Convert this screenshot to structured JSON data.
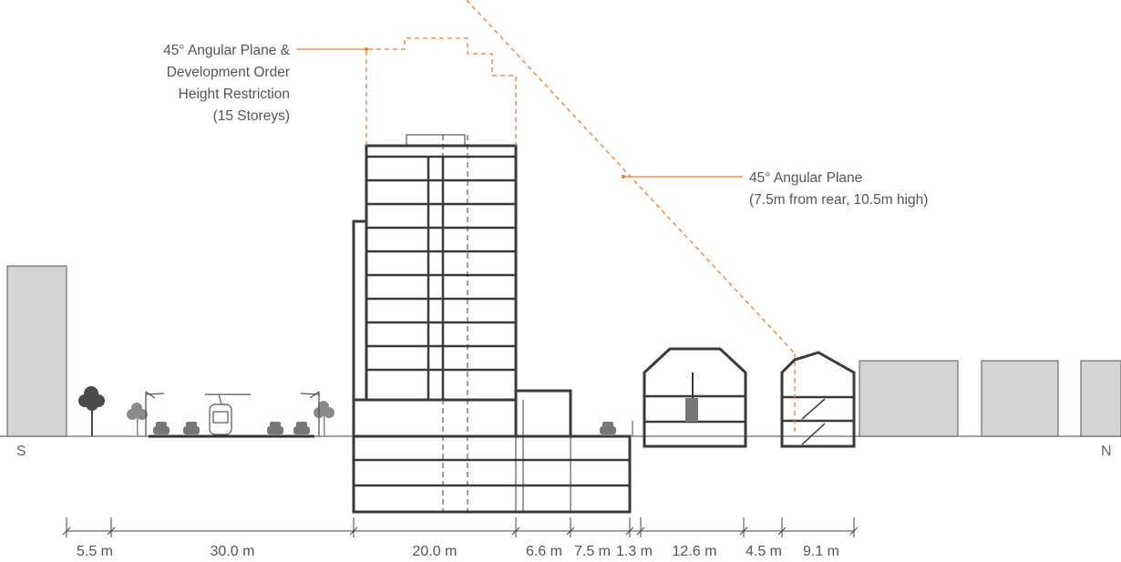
{
  "annotations": {
    "restriction": {
      "lines": [
        "45° Angular Plane &",
        "Development Order",
        "Height Restriction",
        "(15 Storeys)"
      ]
    },
    "angular_plane": {
      "lines": [
        "45° Angular Plane",
        "(7.5m from rear, 10.5m high)"
      ]
    }
  },
  "orientation": {
    "south": "S",
    "north": "N"
  },
  "dimensions": [
    "5.5 m",
    "30.0 m",
    "20.0 m",
    "6.6 m",
    "7.5 m",
    "1.3 m",
    "12.6 m",
    "4.5 m",
    "9.1 m"
  ],
  "colors": {
    "accent": "#f07a2e",
    "outline": "#3a3a3a",
    "context_fill": "#d4d4d4",
    "text": "#555555"
  }
}
